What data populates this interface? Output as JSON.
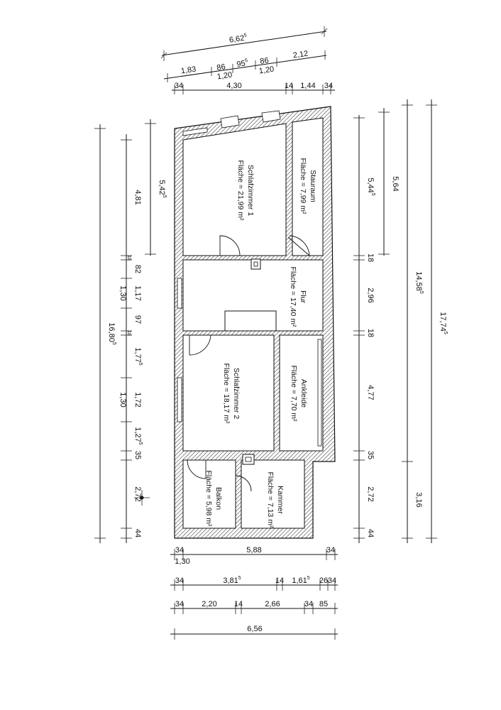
{
  "rooms": [
    {
      "name": "Schlafzimmer 1",
      "area": "Fläche = 21,99 m²"
    },
    {
      "name": "Stauraum",
      "area": "Fläche = 7,99 m²"
    },
    {
      "name": "Flur",
      "area": "Fläche = 17,40 m²"
    },
    {
      "name": "Schlafzimmer 2",
      "area": "Fläche = 18,17 m²"
    },
    {
      "name": "Ankleide",
      "area": "Fläche = 7,70 m²"
    },
    {
      "name": "Balkon",
      "area": "Fläche = 5,98 m²"
    },
    {
      "name": "Kammer",
      "area": "Fläche = 7,13 m²"
    }
  ],
  "dims": {
    "top_overall": {
      "main": "6,62",
      "sup": "5"
    },
    "top_row1": [
      {
        "main": "1,83",
        "sup": ""
      },
      {
        "main": "86",
        "sup": ""
      },
      {
        "main": "95",
        "sup": "5"
      },
      {
        "main": "86",
        "sup": ""
      },
      {
        "main": "2,12",
        "sup": ""
      }
    ],
    "top_row1_sub": [
      "1,20",
      "1,20"
    ],
    "top_row2": [
      "34",
      "4,30",
      "14",
      "1,44",
      "34"
    ],
    "left_outer": {
      "main": "16,80",
      "sup": "5"
    },
    "left_mid": [
      {
        "main": "4,81",
        "sup": ""
      },
      {
        "main": "82",
        "sup": ""
      },
      {
        "main": "1,17",
        "sup": ""
      },
      {
        "main": "97",
        "sup": ""
      },
      {
        "main": "1,77",
        "sup": "5"
      },
      {
        "main": "1,72",
        "sup": ""
      },
      {
        "main": "1,27",
        "sup": "5"
      },
      {
        "main": "2,72",
        "sup": ""
      },
      {
        "main": "44",
        "sup": ""
      }
    ],
    "left_mid_small": [
      "18",
      "18",
      "35"
    ],
    "left_mid_sub": [
      "1,30",
      "1,30"
    ],
    "left_inner": {
      "main": "5,42",
      "sup": "5"
    },
    "right_inner": [
      {
        "main": "5,44",
        "sup": "5"
      },
      {
        "main": "18",
        "sup": ""
      },
      {
        "main": "2,96",
        "sup": ""
      },
      {
        "main": "18",
        "sup": ""
      },
      {
        "main": "4,77",
        "sup": ""
      },
      {
        "main": "35",
        "sup": ""
      },
      {
        "main": "2,72",
        "sup": ""
      },
      {
        "main": "44",
        "sup": ""
      }
    ],
    "right_564": {
      "main": "5,64",
      "sup": ""
    },
    "right_1458": {
      "main": "14,58",
      "sup": "5"
    },
    "right_316": {
      "main": "3,16",
      "sup": ""
    },
    "right_1774": {
      "main": "17,74",
      "sup": "5"
    },
    "bottom_row1": [
      "34",
      "5,88",
      "34"
    ],
    "bottom_row1_sub": "1,30",
    "bottom_row2": [
      {
        "main": "34",
        "sup": ""
      },
      {
        "main": "3,81",
        "sup": "5"
      },
      {
        "main": "14",
        "sup": ""
      },
      {
        "main": "1,61",
        "sup": "5"
      },
      {
        "main": "26",
        "sup": ""
      },
      {
        "main": "34",
        "sup": ""
      }
    ],
    "bottom_row3": [
      "34",
      "2,20",
      "14",
      "2,66",
      "34",
      "85"
    ],
    "bottom_overall": "6,56"
  }
}
